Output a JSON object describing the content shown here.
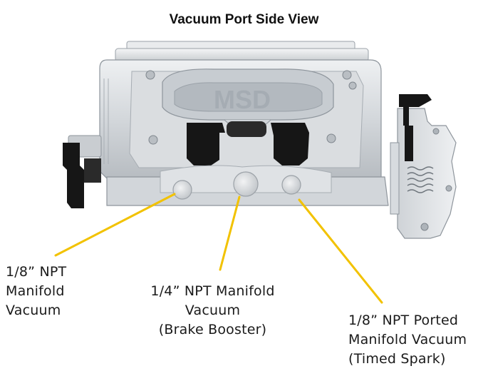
{
  "title": "Vacuum Port Side View",
  "colors": {
    "leader_line": "#f2c200",
    "body_light": "#e4e7ea",
    "body_mid": "#c6cbd0",
    "body_dark": "#9aa1a8",
    "black_parts": "#161616"
  },
  "callouts": [
    {
      "lines": [
        "1/8” NPT",
        "Manifold",
        "Vacuum"
      ]
    },
    {
      "lines": [
        "1/4” NPT Manifold",
        "Vacuum",
        "(Brake Booster)"
      ]
    },
    {
      "lines": [
        "1/8” NPT Ported",
        "Manifold Vacuum",
        "(Timed Spark)"
      ]
    }
  ]
}
